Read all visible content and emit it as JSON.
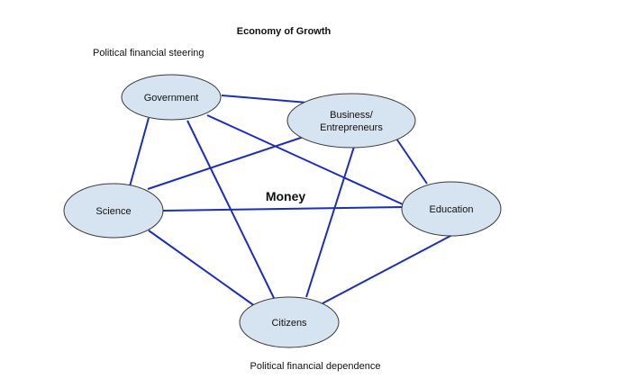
{
  "diagram": {
    "title": "Economy of Growth",
    "top_note": "Political financial steering",
    "center_label": "Money",
    "bottom_note": "Political financial dependence",
    "colors": {
      "node_fill": "#d6e3f0",
      "edge": "#1c2fb5"
    },
    "nodes": {
      "government": {
        "lines": [
          "Government"
        ]
      },
      "business": {
        "lines": [
          "Business/",
          "Entrepreneurs"
        ]
      },
      "science": {
        "lines": [
          "Science"
        ]
      },
      "education": {
        "lines": [
          "Education"
        ]
      },
      "citizens": {
        "lines": [
          "Citizens"
        ]
      }
    },
    "edges": [
      [
        "government",
        "business"
      ],
      [
        "government",
        "education"
      ],
      [
        "government",
        "science"
      ],
      [
        "government",
        "citizens"
      ],
      [
        "business",
        "science"
      ],
      [
        "business",
        "education"
      ],
      [
        "business",
        "citizens"
      ],
      [
        "science",
        "education"
      ],
      [
        "science",
        "citizens"
      ],
      [
        "education",
        "citizens"
      ]
    ]
  }
}
